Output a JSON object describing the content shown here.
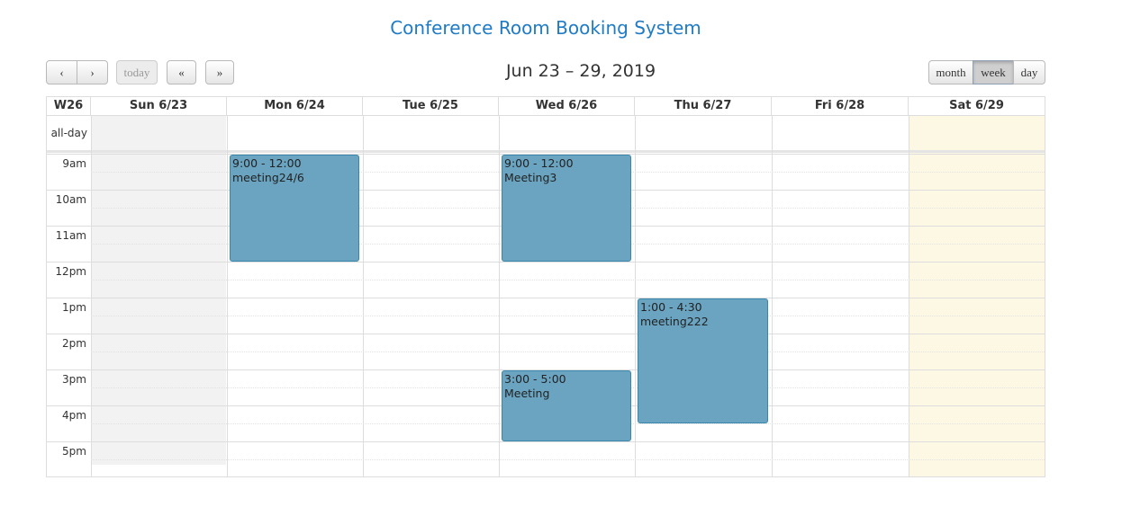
{
  "app": {
    "title": "Conference Room Booking System"
  },
  "toolbar": {
    "prev_label": "‹",
    "next_label": "›",
    "today_label": "today",
    "prev_year_label": "«",
    "next_year_label": "»",
    "range_title": "Jun 23 – 29, 2019",
    "views": [
      "month",
      "week",
      "day"
    ],
    "active_view": "week"
  },
  "calendar": {
    "week_label": "W26",
    "allday_label": "all-day",
    "days": [
      "Sun 6/23",
      "Mon 6/24",
      "Tue 6/25",
      "Wed 6/26",
      "Thu 6/27",
      "Fri 6/28",
      "Sat 6/29"
    ],
    "hours": [
      "9am",
      "10am",
      "11am",
      "12pm",
      "1pm",
      "2pm",
      "3pm",
      "4pm",
      "5pm"
    ],
    "today_index": 6,
    "colors": {
      "event_bg": "#6aa4c1",
      "event_border": "#3a87ad",
      "today_bg": "#fcf8e3",
      "past_bg": "#f2f2f2"
    }
  },
  "events": [
    {
      "day": 1,
      "start": 9,
      "end": 12,
      "time": "9:00 - 12:00",
      "title": "meeting24/6"
    },
    {
      "day": 3,
      "start": 9,
      "end": 12,
      "time": "9:00 - 12:00",
      "title": "Meeting3"
    },
    {
      "day": 4,
      "start": 13,
      "end": 16.5,
      "time": "1:00 - 4:30",
      "title": "meeting222"
    },
    {
      "day": 3,
      "start": 15,
      "end": 17,
      "time": "3:00 - 5:00",
      "title": "Meeting"
    }
  ]
}
